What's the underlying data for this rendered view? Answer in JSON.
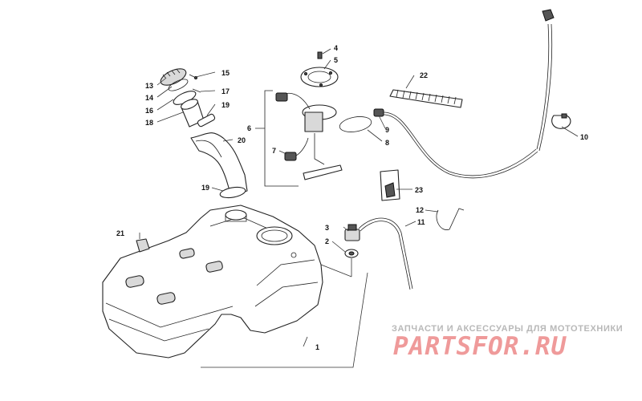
{
  "callouts": {
    "c1": "1",
    "c2": "2",
    "c3": "3",
    "c4": "4",
    "c5": "5",
    "c6": "6",
    "c7": "7",
    "c8": "8",
    "c9": "9",
    "c10": "10",
    "c11": "11",
    "c12": "12",
    "c13": "13",
    "c14": "14",
    "c15": "15",
    "c16": "16",
    "c17": "17",
    "c18": "18",
    "c19a": "19",
    "c19b": "19",
    "c20": "20",
    "c21": "21",
    "c22": "22",
    "c23": "23"
  },
  "watermark": {
    "tagline": "ЗАПЧАСТИ И АКСЕССУАРЫ ДЛЯ МОТОТЕХНИКИ",
    "logo": "PARTSFOR.RU"
  }
}
